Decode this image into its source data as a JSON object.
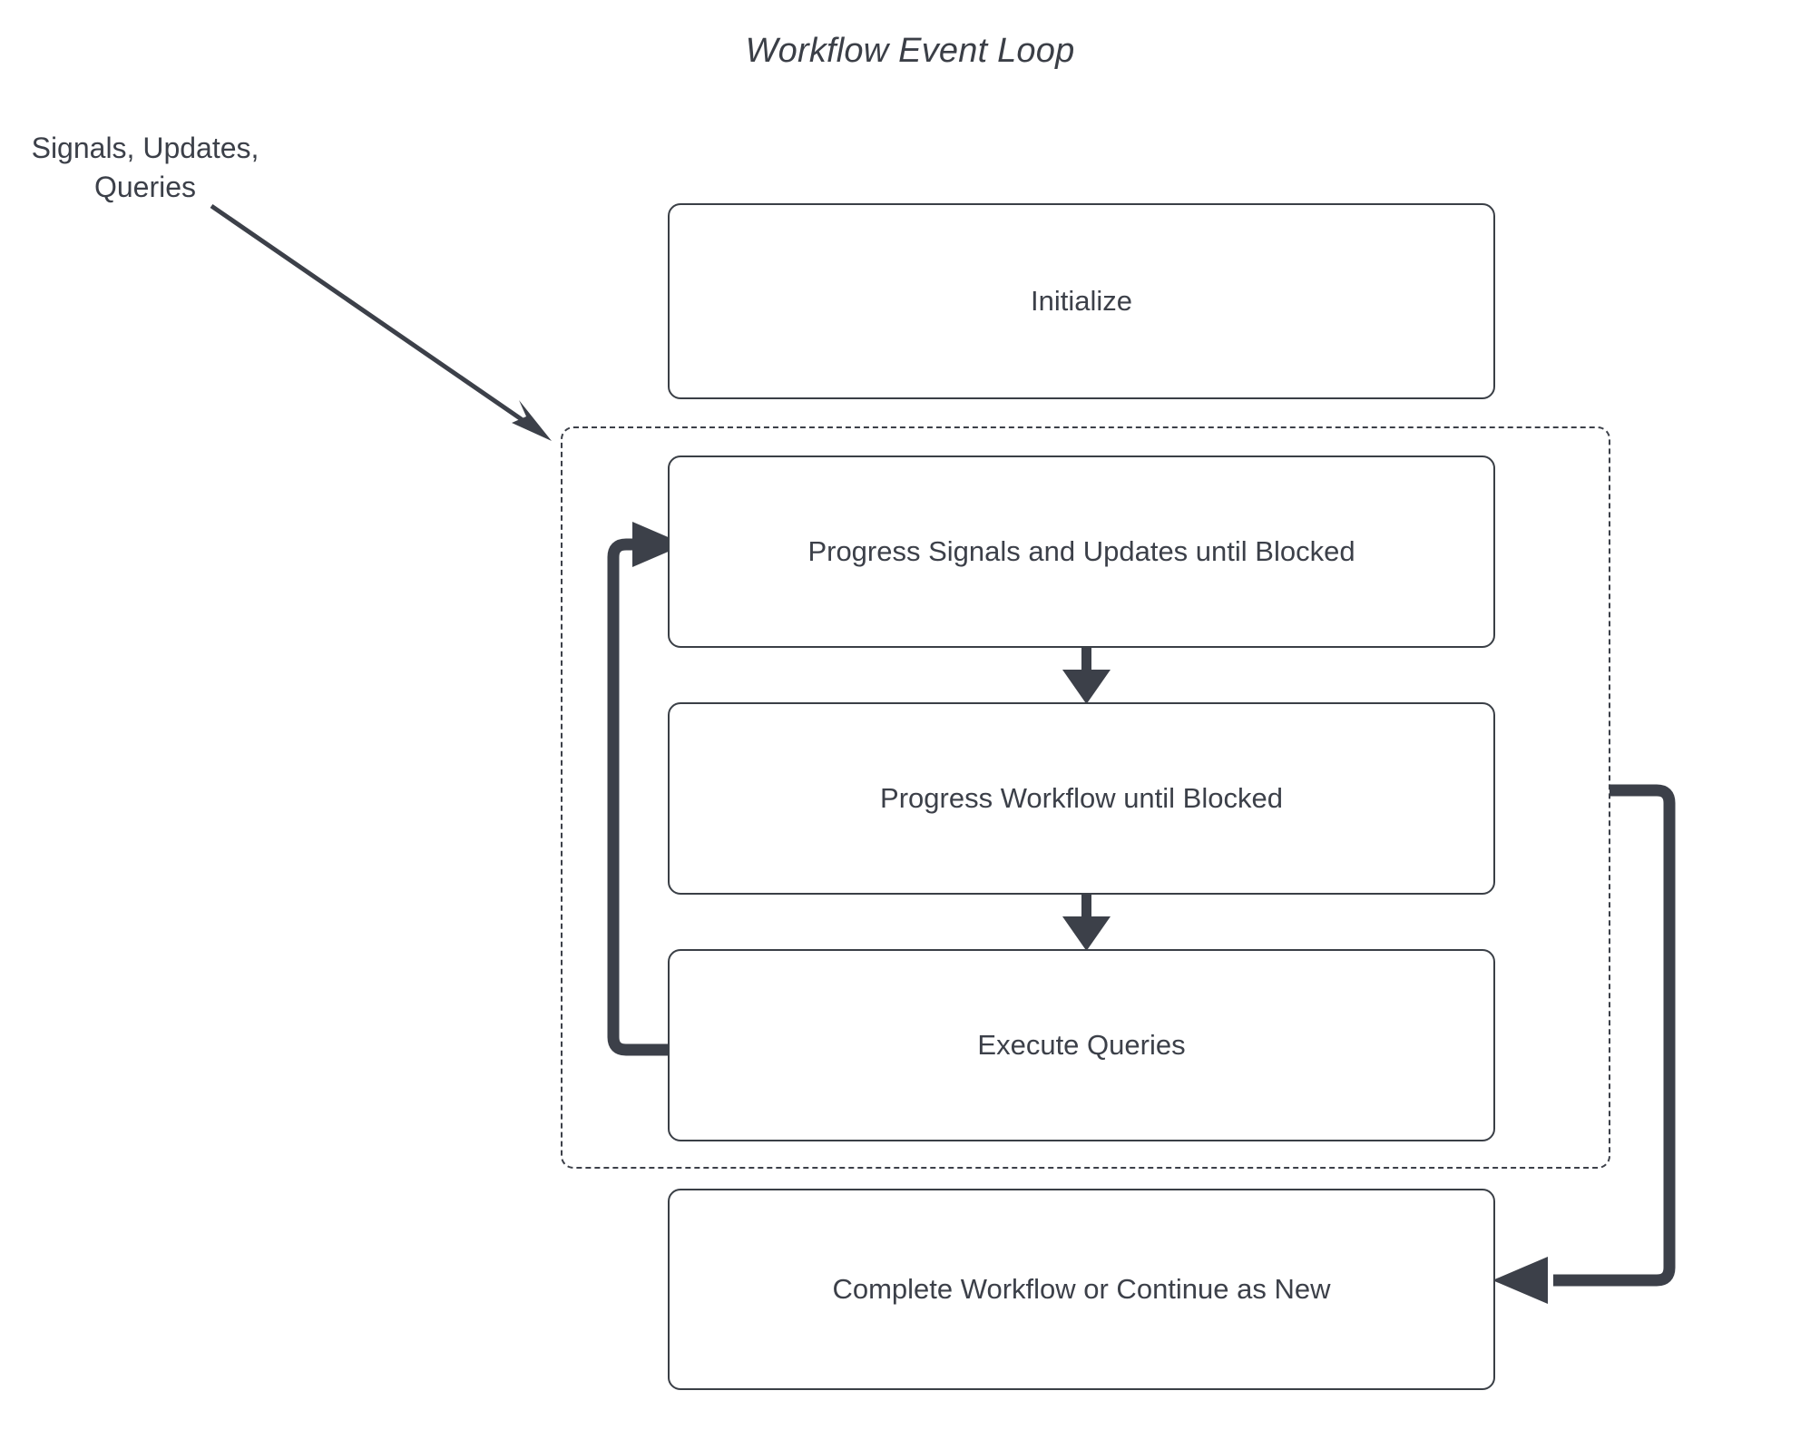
{
  "diagram": {
    "title": "Workflow Event Loop",
    "type": "flowchart",
    "colors": {
      "stroke": "#3c4049",
      "node_border": "#3a3f46",
      "background": "#ffffff",
      "text": "#3c4049"
    },
    "external_label": {
      "line1": "Signals, Updates,",
      "line2": "Queries",
      "text": "Signals, Updates, Queries"
    },
    "loop_group": {
      "name": "event-loop-group",
      "style": "dashed"
    },
    "nodes": [
      {
        "id": "initialize",
        "label": "Initialize"
      },
      {
        "id": "progress-signals-updates",
        "label": "Progress Signals and Updates until Blocked"
      },
      {
        "id": "progress-workflow",
        "label": "Progress Workflow until Blocked"
      },
      {
        "id": "execute-queries",
        "label": "Execute Queries"
      },
      {
        "id": "complete-workflow",
        "label": "Complete Workflow or Continue as New"
      }
    ],
    "edges": [
      {
        "id": "signals-into-loop",
        "from": "Signals, Updates, Queries",
        "to": "event-loop-group",
        "style": "thin-diagonal"
      },
      {
        "id": "su-to-wf",
        "from": "Progress Signals and Updates until Blocked",
        "to": "Progress Workflow until Blocked",
        "style": "thick-down"
      },
      {
        "id": "wf-to-queries",
        "from": "Progress Workflow until Blocked",
        "to": "Execute Queries",
        "style": "thick-down"
      },
      {
        "id": "queries-loopback",
        "from": "Execute Queries",
        "to": "Progress Signals and Updates until Blocked",
        "style": "thick-left-up-right"
      },
      {
        "id": "loop-to-complete",
        "from": "event-loop-group",
        "to": "Complete Workflow or Continue as New",
        "style": "thick-right-down-left"
      }
    ]
  }
}
